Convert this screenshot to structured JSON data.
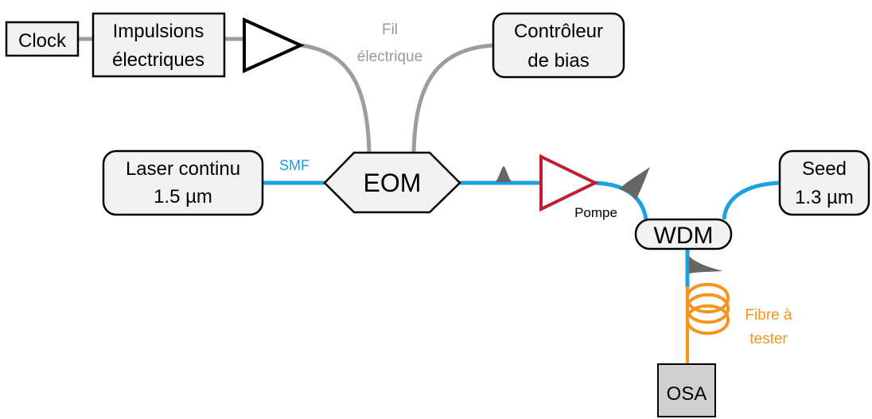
{
  "boxes": {
    "clock": "Clock",
    "impulsions_line1": "Impulsions",
    "impulsions_line2": "électriques",
    "controleur_line1": "Contrôleur",
    "controleur_line2": "de bias",
    "laser_line1": "Laser continu",
    "laser_line2": "1.5 µm",
    "eom": "EOM",
    "seed_line1": "Seed",
    "seed_line2": "1.3 µm",
    "wdm": "WDM",
    "osa": "OSA"
  },
  "labels": {
    "fil_line1": "Fil",
    "fil_line2": "électrique",
    "smf": "SMF",
    "pompe": "Pompe",
    "fibre_line1": "Fibre à",
    "fibre_line2": "tester"
  },
  "colors": {
    "fiber": "#1ba1e2",
    "electric_wire": "#a0a0a0",
    "test_fiber": "#f7941d",
    "amplifier": "#be1e2d",
    "box_fill": "#f2f2f2",
    "osa_fill": "#d0d0d0",
    "pulse": "#666666"
  }
}
